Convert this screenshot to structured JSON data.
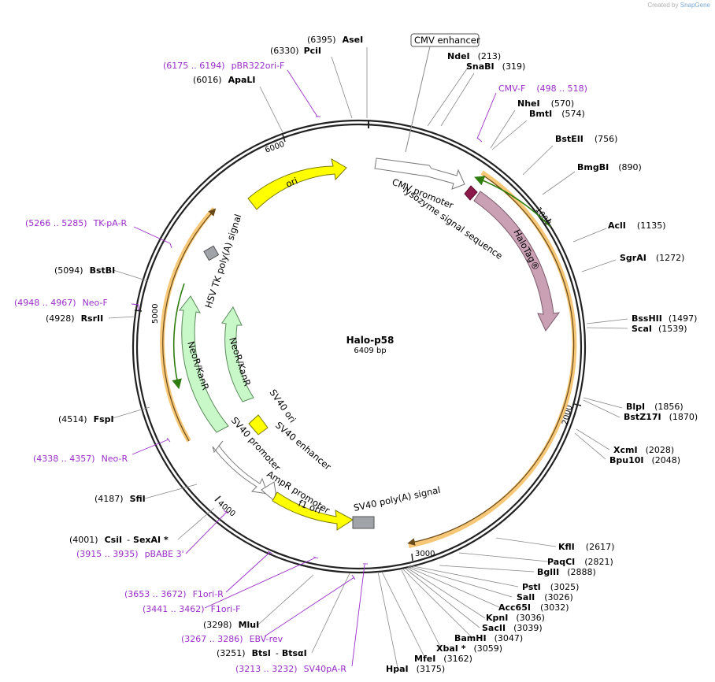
{
  "credit": {
    "prefix": "Created by",
    "brand": "SnapGene"
  },
  "plasmid": {
    "name": "Halo-p58",
    "size_label": "6409 bp",
    "length": 6409
  },
  "ticks": [
    {
      "label": "1000",
      "pos": 1000
    },
    {
      "label": "2000",
      "pos": 2000
    },
    {
      "label": "3000",
      "pos": 3000
    },
    {
      "label": "4000",
      "pos": 4000
    },
    {
      "label": "5000",
      "pos": 5000
    },
    {
      "label": "6000",
      "pos": 6000
    }
  ],
  "features": [
    {
      "name": "CMV enhancer",
      "boxed": true
    },
    {
      "name": "CMV promoter"
    },
    {
      "name": "lysozyme signal sequence"
    },
    {
      "name": "HaloTag®"
    },
    {
      "name": "SV40 poly(A) signal"
    },
    {
      "name": "f1 ori"
    },
    {
      "name": "AmpR promoter"
    },
    {
      "name": "SV40 promoter"
    },
    {
      "name": "SV40 enhancer"
    },
    {
      "name": "SV40 ori"
    },
    {
      "name": "NeoR/KanR"
    },
    {
      "name": "NeoR/KanR"
    },
    {
      "name": "HSV TK poly(A) signal"
    },
    {
      "name": "ori"
    }
  ],
  "sites": [
    {
      "name": "AseI",
      "pos": "(6395)"
    },
    {
      "name": "PciI",
      "pos": "(6330)"
    },
    {
      "name": "ApaLI",
      "pos": "(6016)"
    },
    {
      "name": "NdeI",
      "pos": "(213)"
    },
    {
      "name": "SnaBI",
      "pos": "(319)"
    },
    {
      "name": "NheI",
      "pos": "(570)"
    },
    {
      "name": "BmtI",
      "pos": "(574)"
    },
    {
      "name": "BstEII",
      "pos": "(756)"
    },
    {
      "name": "BmgBI",
      "pos": "(890)"
    },
    {
      "name": "AclI",
      "pos": "(1135)"
    },
    {
      "name": "SgrAI",
      "pos": "(1272)"
    },
    {
      "name": "BssHII",
      "pos": "(1497)"
    },
    {
      "name": "ScaI",
      "pos": "(1539)"
    },
    {
      "name": "BlpI",
      "pos": "(1856)"
    },
    {
      "name": "BstZ17I",
      "pos": "(1870)"
    },
    {
      "name": "XcmI",
      "pos": "(2028)"
    },
    {
      "name": "Bpu10I",
      "pos": "(2048)"
    },
    {
      "name": "KflI",
      "pos": "(2617)"
    },
    {
      "name": "PaqCI",
      "pos": "(2821)"
    },
    {
      "name": "BglII",
      "pos": "(2888)"
    },
    {
      "name": "PstI",
      "pos": "(3025)"
    },
    {
      "name": "SalI",
      "pos": "(3026)"
    },
    {
      "name": "Acc65I",
      "pos": "(3032)"
    },
    {
      "name": "KpnI",
      "pos": "(3036)"
    },
    {
      "name": "SacII",
      "pos": "(3039)"
    },
    {
      "name": "BamHI",
      "pos": "(3047)"
    },
    {
      "name": "XbaI *",
      "pos": "(3059)"
    },
    {
      "name": "MfeI",
      "pos": "(3162)"
    },
    {
      "name": "HpaI",
      "pos": "(3175)"
    },
    {
      "name": "BstBI",
      "pos": "(5094)"
    },
    {
      "name": "RsrII",
      "pos": "(4928)"
    },
    {
      "name": "FspI",
      "pos": "(4514)"
    },
    {
      "name": "SfiI",
      "pos": "(4187)"
    },
    {
      "name": "CsiI",
      "name2": "SexAI *",
      "pos": "(4001)"
    },
    {
      "name": "MluI",
      "pos": "(3298)"
    },
    {
      "name": "BtsI",
      "name2": "BtsαI",
      "pos": "(3251)"
    }
  ],
  "primers": [
    {
      "range": "(6175 .. 6194)",
      "name": "pBR322ori-F"
    },
    {
      "range": "(498 .. 518)",
      "name": "CMV-F"
    },
    {
      "range": "(5266 .. 5285)",
      "name": "TK-pA-R"
    },
    {
      "range": "(4948 .. 4967)",
      "name": "Neo-F"
    },
    {
      "range": "(4338 .. 4357)",
      "name": "Neo-R"
    },
    {
      "range": "(3915 .. 3935)",
      "name": "pBABE 3'"
    },
    {
      "range": "(3653 .. 3672)",
      "name": "F1ori-R"
    },
    {
      "range": "(3441 .. 3462)",
      "name": "F1ori-F"
    },
    {
      "range": "(3267 .. 3286)",
      "name": "EBV-rev"
    },
    {
      "range": "(3213 .. 3232)",
      "name": "SV40pA-R"
    }
  ],
  "colors": {
    "backbone": "#222222",
    "primer": "#9a2ec8",
    "halotag": "#c9a0b4",
    "ori": "#ffff00",
    "neo": "#c8f7c8",
    "promoter": "#ffffff",
    "polya": "#a0a4a8",
    "signal_seq": "#8b1a4a",
    "orf_highlight": "#f5c777",
    "orf_arrow_dark": "#2f7d0f",
    "orf_arrow_brown": "#6b4a1a"
  }
}
